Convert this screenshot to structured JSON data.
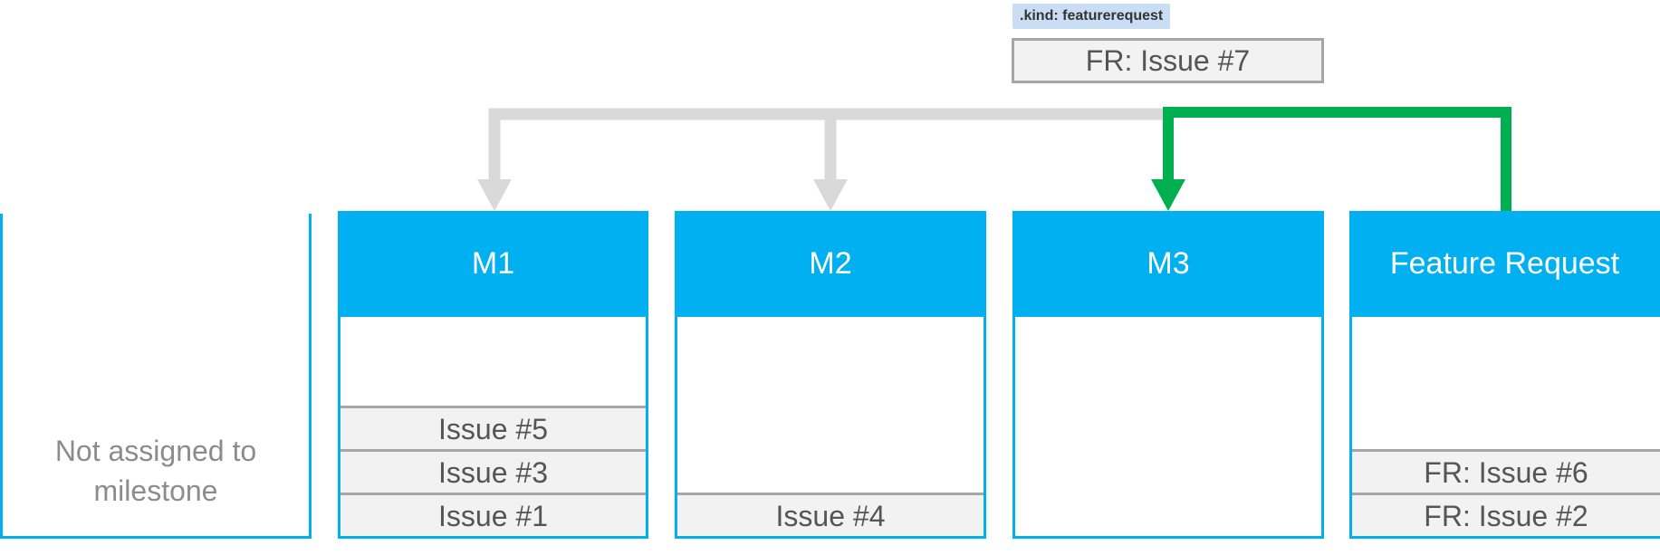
{
  "label_badge": ".kind: featurerequest",
  "new_issue": "FR: Issue #7",
  "unassigned": {
    "line1": "Not assigned to",
    "line2": "milestone"
  },
  "columns": [
    {
      "title": "M1",
      "issues": [
        "Issue #5",
        "Issue #3",
        "Issue #1"
      ]
    },
    {
      "title": "M2",
      "issues": [
        "Issue #4"
      ]
    },
    {
      "title": "M3",
      "issues": []
    },
    {
      "title": "Feature Request",
      "issues": [
        "FR: Issue #6",
        "FR: Issue #2"
      ]
    }
  ],
  "colors": {
    "milestone_blue": "#00b0f0",
    "inactive_arrow": "#d9d9d9",
    "active_arrow": "#00b050",
    "card_fill": "#f2f2f2",
    "card_border": "#a6a6a6",
    "badge_fill": "#c9def5"
  }
}
